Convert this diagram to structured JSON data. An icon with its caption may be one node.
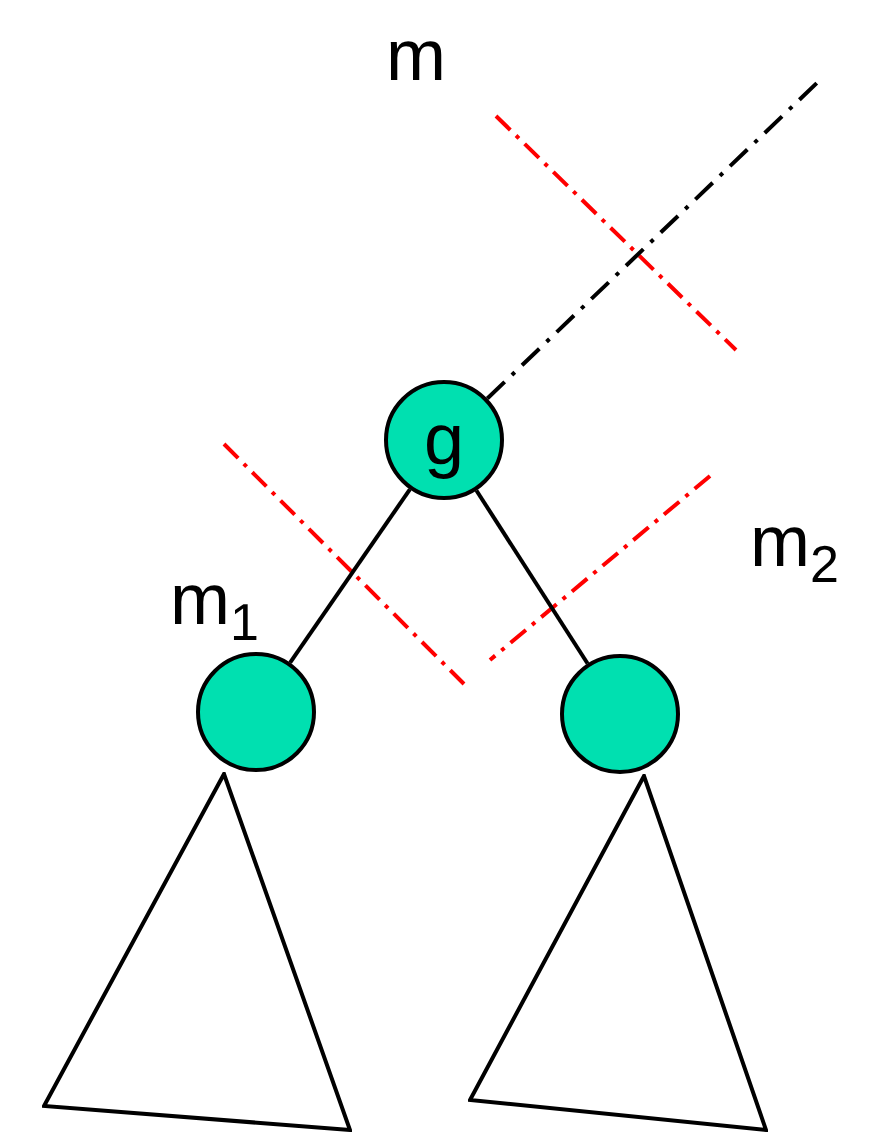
{
  "diagram": {
    "nodes": [
      {
        "text": [
          "g"
        ]
      },
      {
        "text": [],
        "shape": "circle"
      },
      {
        "text": [],
        "shape": "circle"
      },
      {
        "text": [],
        "shape": "triangle"
      },
      {
        "text": [],
        "shape": "triangle"
      }
    ],
    "edges": [
      {
        "from": 0,
        "to": 1,
        "arrow": "none"
      },
      {
        "from": 0,
        "to": 2,
        "arrow": "none"
      },
      {
        "from": 0,
        "to": null,
        "arrow": "none",
        "style": "dashed"
      }
    ],
    "labels": [
      "m",
      "m$_{1}$",
      "m$_{2}$"
    ]
  }
}
